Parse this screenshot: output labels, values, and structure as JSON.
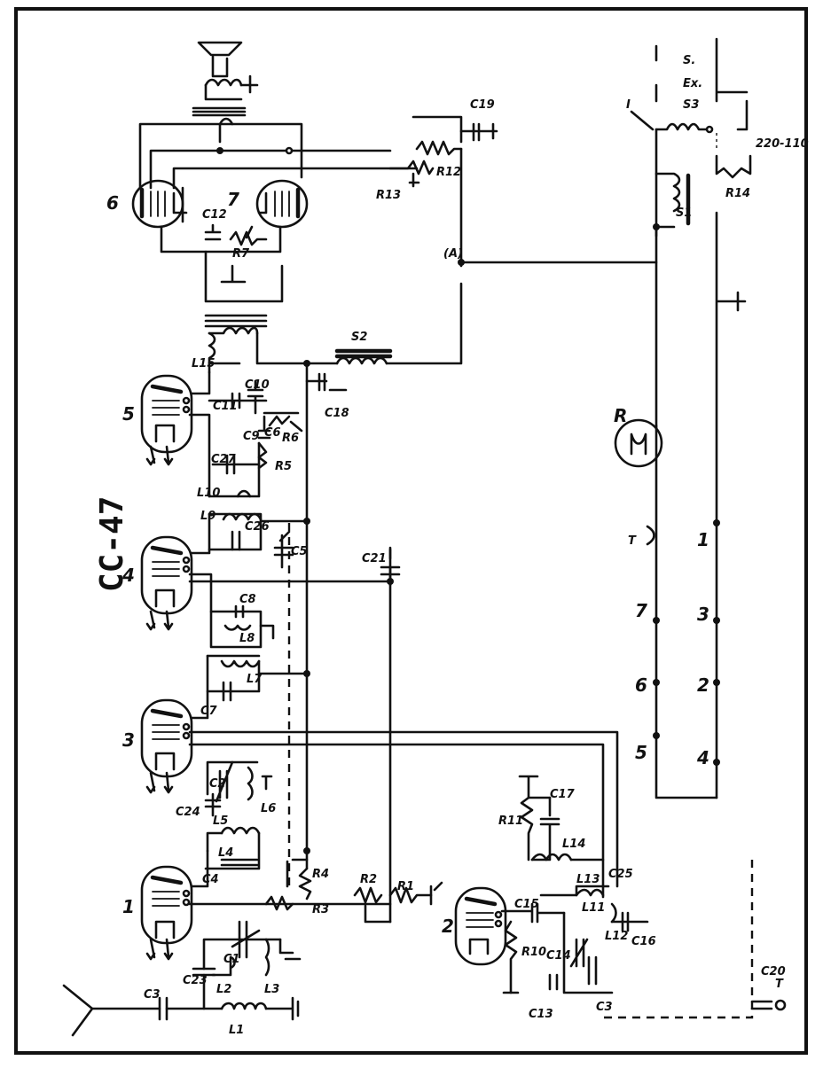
{
  "title": "CC-47",
  "tube_numbers": [
    "1",
    "2",
    "3",
    "4",
    "5",
    "6",
    "7"
  ],
  "components": {
    "inductors": [
      "L1",
      "L2",
      "L3",
      "L4",
      "L5",
      "L6",
      "L7",
      "L8",
      "L9",
      "L10",
      "L11",
      "L12",
      "L13",
      "L14",
      "L15"
    ],
    "capacitors": [
      "C1",
      "C2",
      "C3",
      "C3",
      "C4",
      "C5",
      "C6",
      "C7",
      "C8",
      "C9",
      "C10",
      "C11",
      "C12",
      "C13",
      "C14",
      "C15",
      "C16",
      "C17",
      "C18",
      "C19",
      "C20",
      "C21",
      "C23",
      "C24",
      "C25",
      "C26",
      "C27"
    ],
    "resistors": [
      "R1",
      "R2",
      "R3",
      "R4",
      "R5",
      "R6",
      "R7",
      "R10",
      "R11",
      "R12",
      "R13",
      "R14"
    ],
    "misc": [
      "S1",
      "S2",
      "S3",
      "Ex.",
      "S.",
      "I",
      "R",
      "T",
      "T",
      "(A)",
      "220-110"
    ]
  },
  "connector_numbers": [
    "5",
    "6",
    "7",
    "4",
    "2",
    "3",
    "1"
  ]
}
